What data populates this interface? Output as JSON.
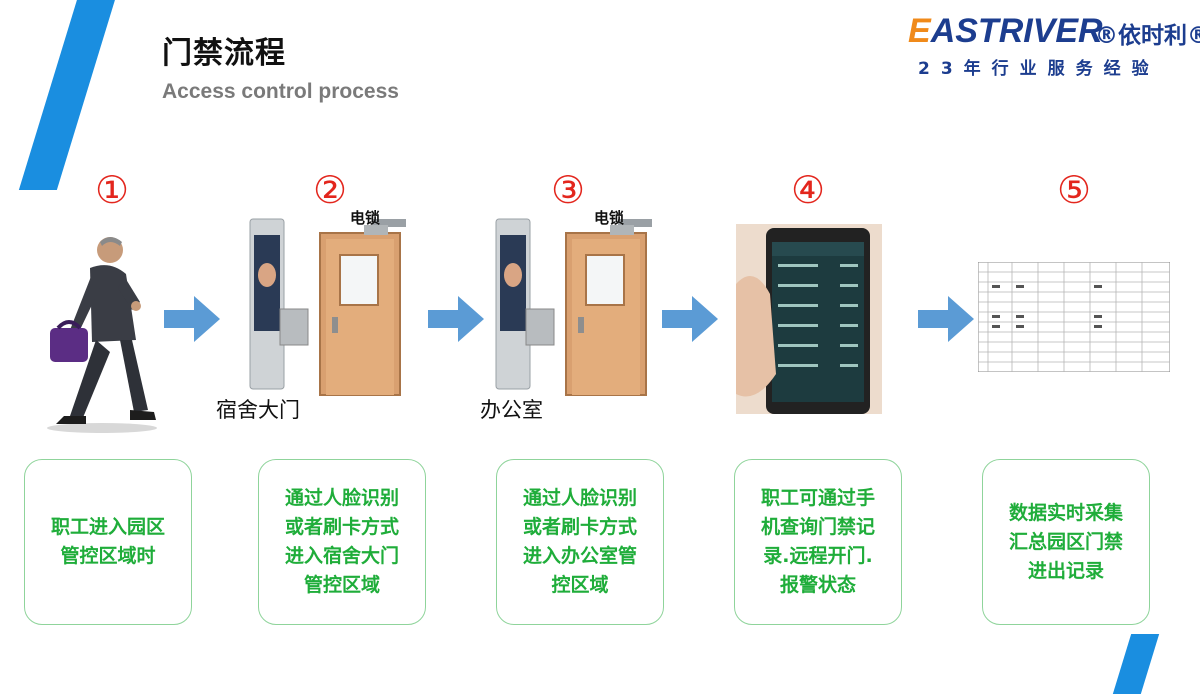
{
  "header": {
    "title": "门禁流程",
    "subtitle": "Access control process"
  },
  "logo": {
    "brand_first": "E",
    "brand_rest": "ASTRIVER",
    "brand_cn": "®依时利®",
    "tagline": "23年行业服务经验"
  },
  "steps": [
    {
      "number": "①",
      "caption": "",
      "description": "职工进入园区\n管控区域时"
    },
    {
      "number": "②",
      "caption": "宿舍大门",
      "lock_label": "电锁",
      "description": "通过人脸识别\n或者刷卡方式\n进入宿舍大门\n管控区域"
    },
    {
      "number": "③",
      "caption": "办公室",
      "lock_label": "电锁",
      "description": "通过人脸识别\n或者刷卡方式\n进入办公室管\n控区域"
    },
    {
      "number": "④",
      "caption": "",
      "description": "职工可通过手\n机查询门禁记\n录.远程开门.\n报警状态"
    },
    {
      "number": "⑤",
      "caption": "",
      "description": "数据实时采集\n汇总园区门禁\n进出记录"
    }
  ],
  "colors": {
    "accent_blue": "#1a8ee0",
    "number_red": "#e3261d",
    "card_green": "#1fad3a",
    "card_border": "#8fd49b",
    "arrow_blue": "#5b9bd5"
  }
}
